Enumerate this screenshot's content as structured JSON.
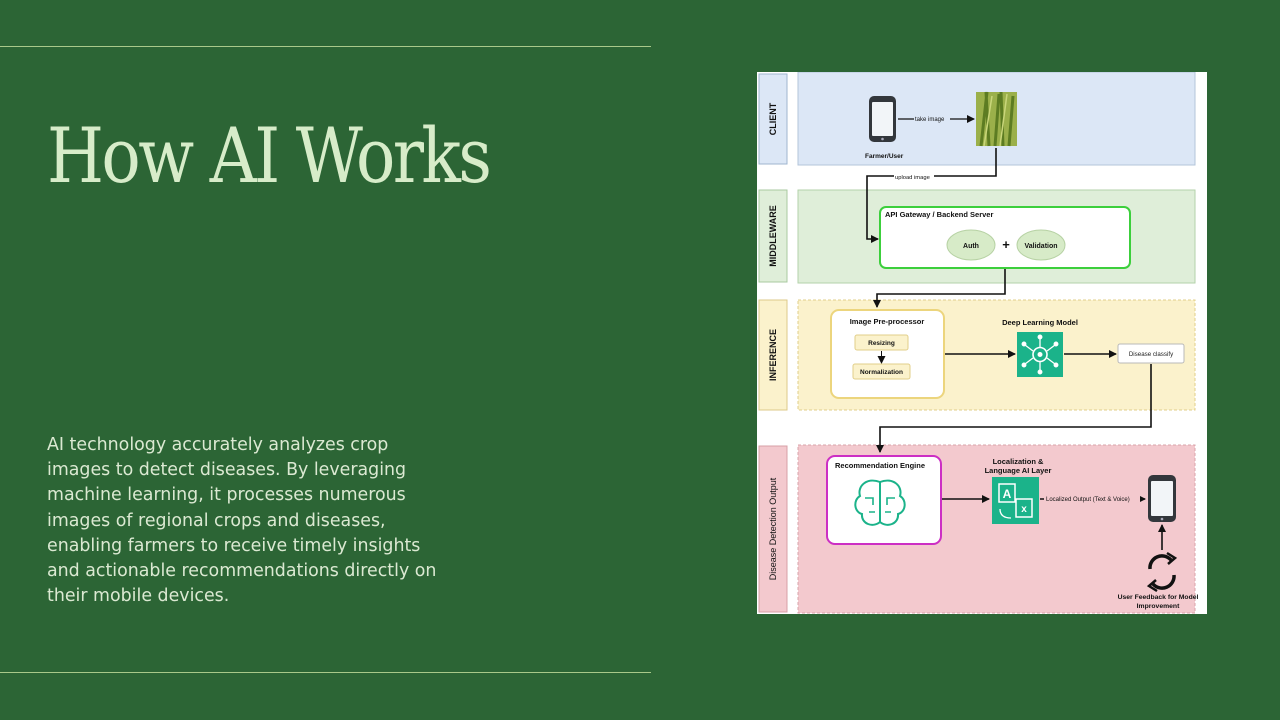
{
  "title": "How AI Works",
  "description": "AI technology accurately analyzes crop images to detect diseases. By leveraging machine learning, it processes numerous images of regional crops and diseases, enabling farmers to receive timely insights and actionable recommendations directly on their mobile devices.",
  "colors": {
    "background": "#2c6535",
    "title": "#d7ecc9",
    "rule": "#a9c98a",
    "client_lane": "#dce7f6",
    "middleware_lane": "#dfeed9",
    "inference_lane": "#fbf2cc",
    "output_lane": "#f3c9ce",
    "node_teal": "#1bb38a"
  },
  "diagram": {
    "lanes": {
      "client": "CLIENT",
      "middleware": "MIDDLEWARE",
      "inference": "INFERENCE",
      "output": "Disease Detection Output"
    },
    "client": {
      "farmer_label": "Farmer/User",
      "take_image_label": "take image",
      "upload_image_label": "upload image",
      "phone_icon": "smartphone-icon",
      "crop_icon": "crop-photo-icon"
    },
    "middleware": {
      "gateway_title": "API Gateway / Backend Server",
      "auth_label": "Auth",
      "plus_label": "+",
      "validation_label": "Validation"
    },
    "inference": {
      "preprocessor_title": "Image Pre-processor",
      "resizing_label": "Resizing",
      "normalization_label": "Normalization",
      "model_title": "Deep Learning Model",
      "model_icon": "neural-network-icon",
      "classify_label": "Disease classify"
    },
    "output": {
      "recommendation_title": "Recommendation Engine",
      "brain_icon": "ai-brain-icon",
      "localization_title_1": "Localization &",
      "localization_title_2": "Language AI Layer",
      "translate_icon": "translate-icon",
      "localized_output_label": "Localized Output (Text & Voice)",
      "feedback_label_1": "User Feedback for Model",
      "feedback_label_2": "Improvement",
      "feedback_icon": "refresh-cycle-icon"
    }
  }
}
